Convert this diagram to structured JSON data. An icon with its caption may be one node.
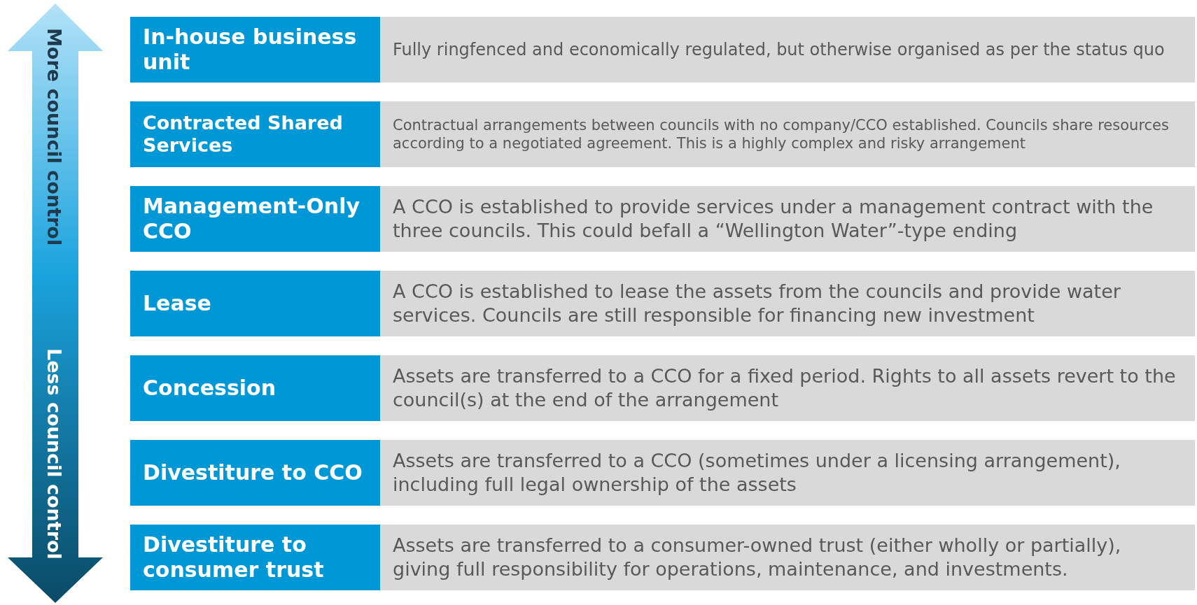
{
  "diagram": {
    "nodes": [
      {
        "text": [
          "In-house business unit",
          "Fully ringfenced and economically regulated, but otherwise organised as per the status quo"
        ]
      },
      {
        "text": [
          "Contracted Shared Services",
          "Contractual arrangements between councils with no company/CCO established. Councils share resources according to a negotiated agreement. This is a highly complex and risky arrangement"
        ]
      },
      {
        "text": [
          "Management-Only CCO",
          "A CCO is established to provide services under a management contract with the three councils. This could befall a “Wellington Water”-type ending"
        ]
      },
      {
        "text": [
          "Lease",
          "A CCO is established to lease the assets from the councils and provide water services. Councils are still responsible for financing new investment"
        ]
      },
      {
        "text": [
          "Concession",
          "Assets are transferred to a CCO for a fixed period. Rights to all assets revert to the council(s) at the end of the arrangement"
        ]
      },
      {
        "text": [
          "Divestiture to CCO",
          "Assets are transferred to a CCO (sometimes under a licensing arrangement), including full legal ownership of the assets"
        ]
      },
      {
        "text": [
          "Divestiture to consumer trust",
          "Assets are transferred to a consumer-owned trust (either wholly or partially), giving full responsibility for operations, maintenance, and investments."
        ]
      }
    ],
    "edges": [],
    "labels": [
      "More council control",
      "Less council control"
    ]
  }
}
